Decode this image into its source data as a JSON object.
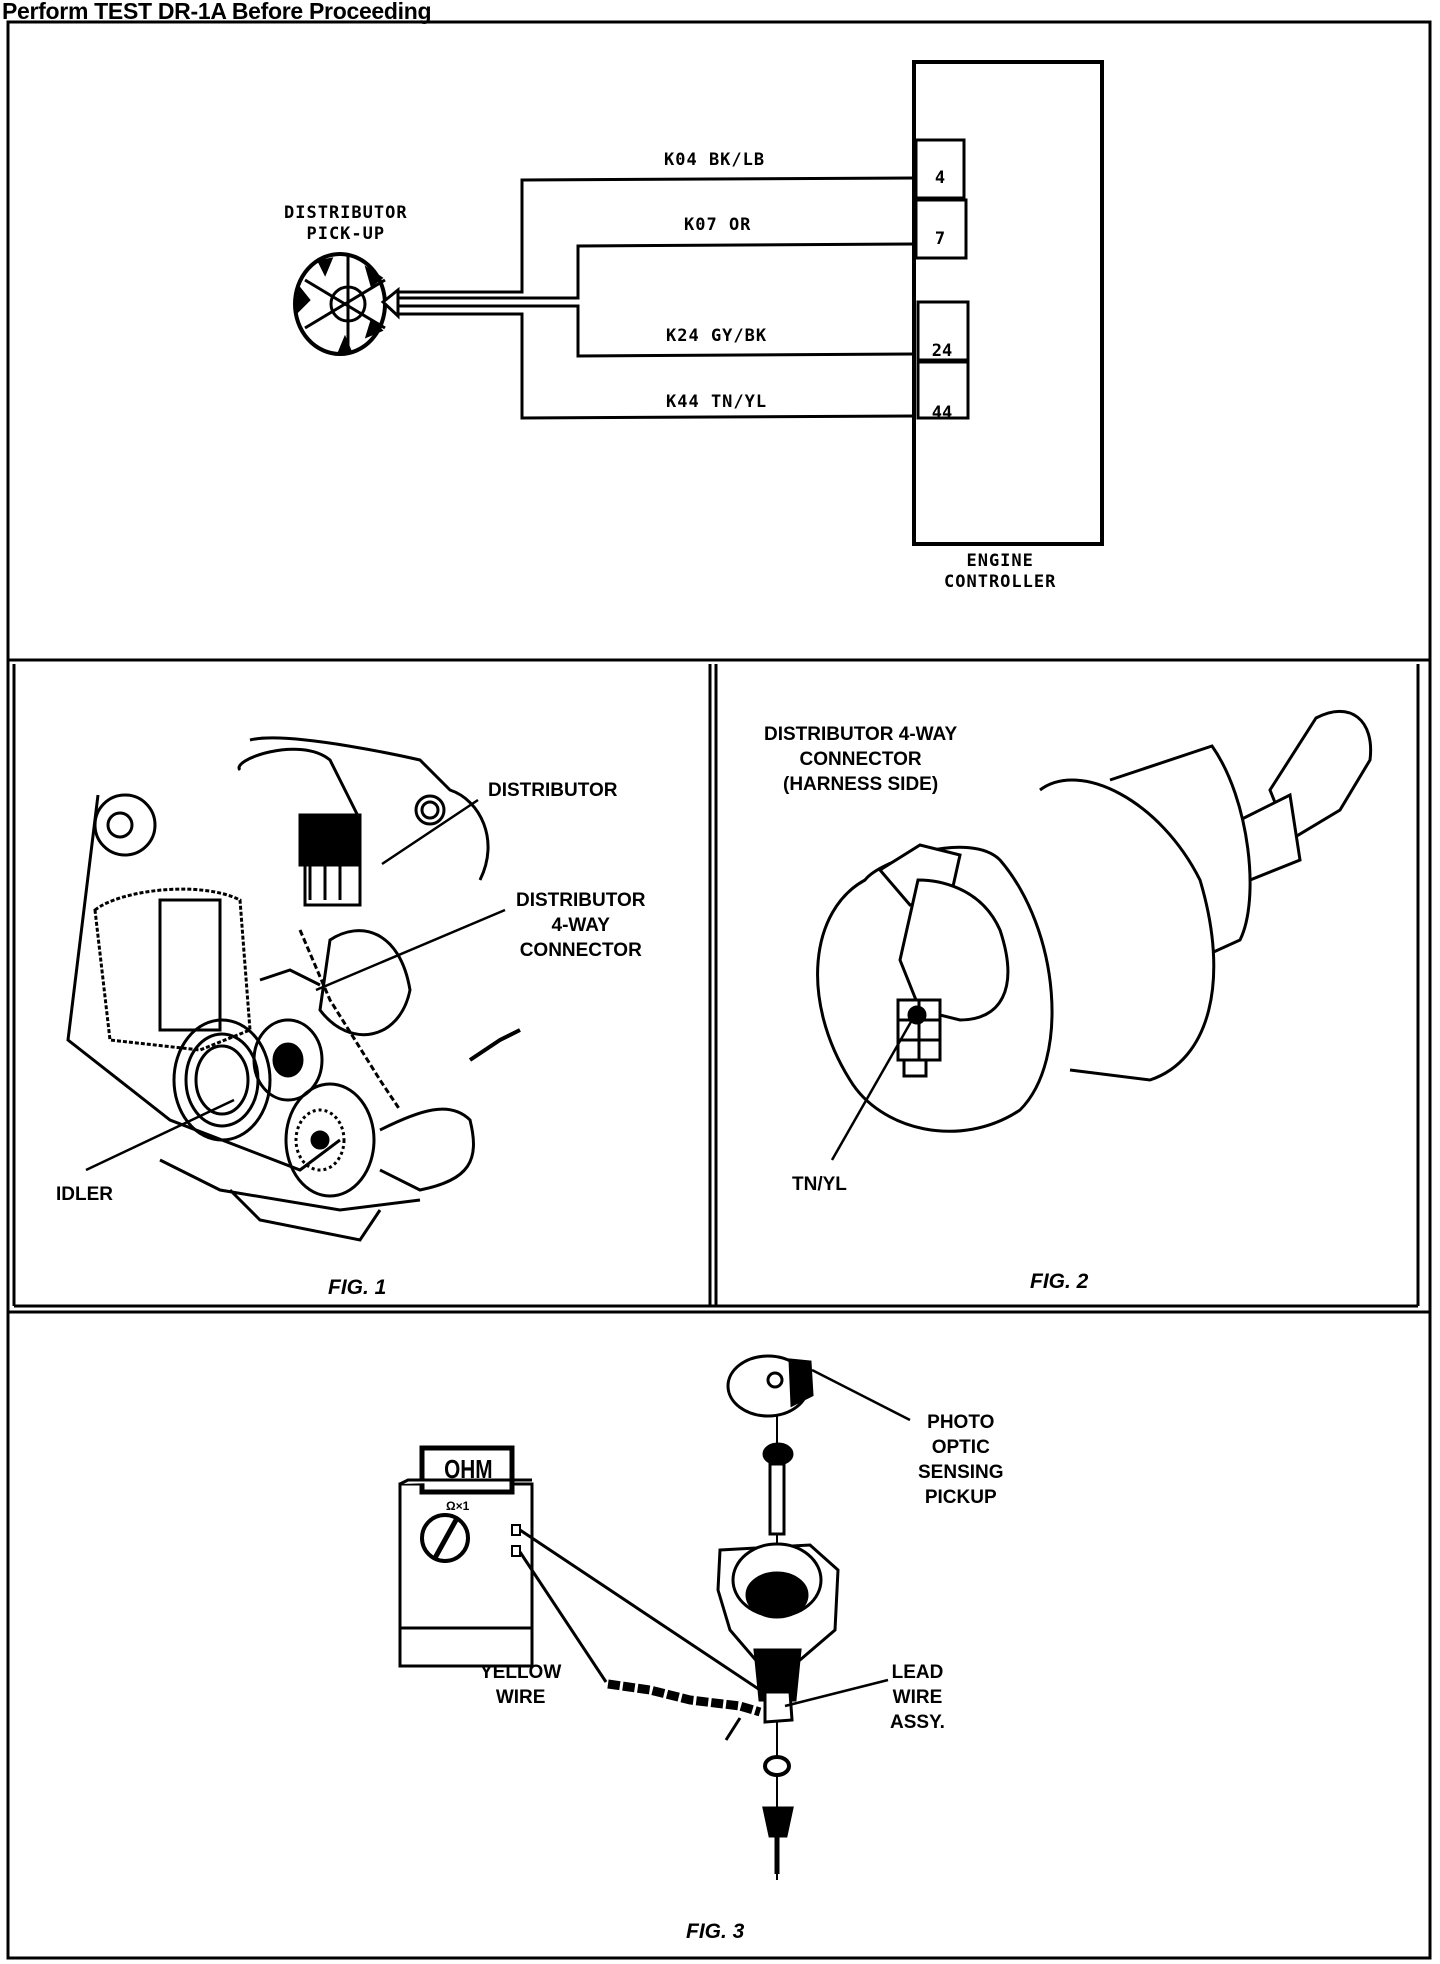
{
  "page": {
    "title": "Perform TEST DR-1A Before Proceeding"
  },
  "schematic": {
    "pickup_label": [
      "DISTRIBUTOR",
      "PICK-UP"
    ],
    "controller_label": [
      "ENGINE",
      "CONTROLLER"
    ],
    "wires": [
      {
        "circuit": "K04 BK/LB",
        "pin": "4"
      },
      {
        "circuit": "K07 OR",
        "pin": "7"
      },
      {
        "circuit": "K24 GY/BK",
        "pin": "24"
      },
      {
        "circuit": "K44 TN/YL",
        "pin": "44"
      }
    ]
  },
  "fig1": {
    "caption": "FIG. 1",
    "callouts": {
      "distributor": "DISTRIBUTOR",
      "connector": [
        "DISTRIBUTOR",
        "4-WAY",
        "CONNECTOR"
      ],
      "idler": "IDLER"
    }
  },
  "fig2": {
    "caption": "FIG. 2",
    "title": [
      "DISTRIBUTOR 4-WAY",
      "CONNECTOR",
      "(HARNESS SIDE)"
    ],
    "callout": "TN/YL"
  },
  "fig3": {
    "caption": "FIG. 3",
    "meter_display": "OHM",
    "meter_range": "Ω×1",
    "callouts": {
      "pickup": [
        "PHOTO",
        "OPTIC",
        "SENSING",
        "PICKUP"
      ],
      "yellow_wire": [
        "YELLOW",
        "WIRE"
      ],
      "lead_wire": [
        "LEAD",
        "WIRE",
        "ASSY."
      ]
    }
  }
}
